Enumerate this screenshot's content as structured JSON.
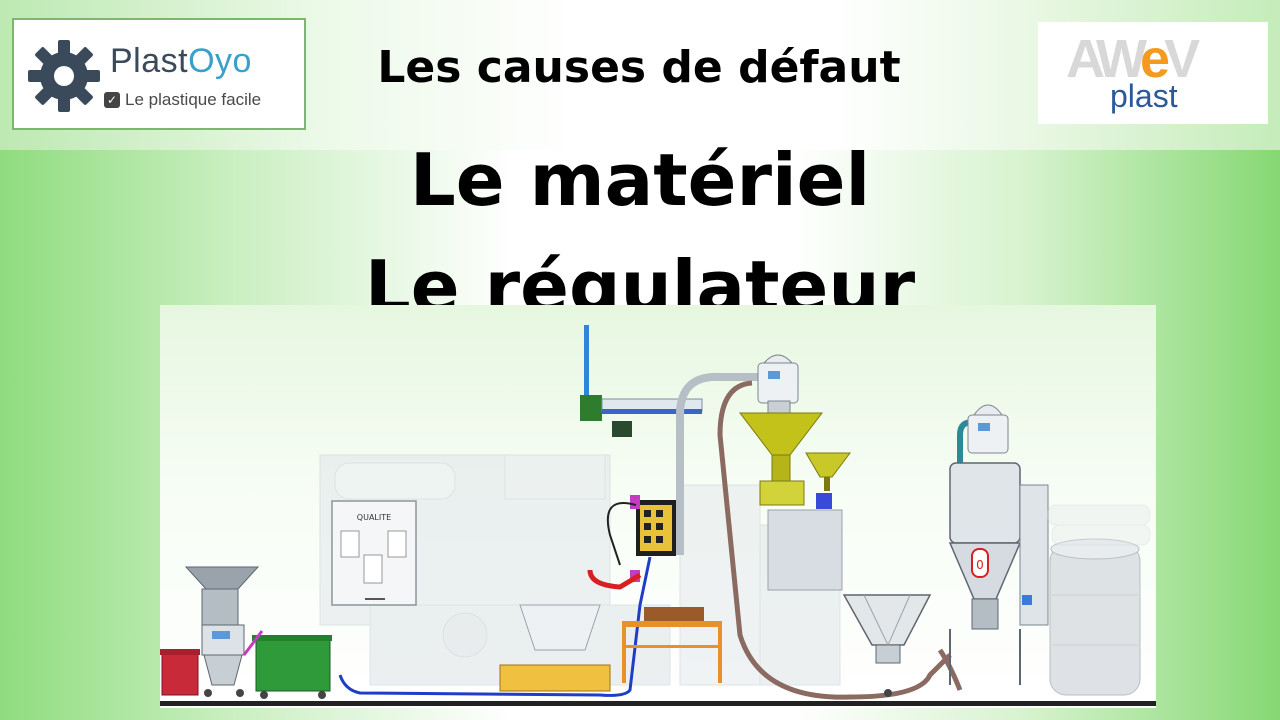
{
  "header": {
    "left_logo": {
      "brand_part1": "Plast",
      "brand_part2": "Oyo",
      "tagline": "Le plastique facile",
      "icon": "gear-icon",
      "check_icon": "checkbox-icon"
    },
    "right_logo": {
      "mark_part1": "AW",
      "mark_part2": "e",
      "mark_part3": "V",
      "word": "plast"
    }
  },
  "titles": {
    "line1": "Les causes de défaut",
    "line2": "Le matériel",
    "line3": "Le régulateur"
  },
  "illustration": {
    "panel_label": "QUALITE",
    "dryer_indicator": "0"
  },
  "colors": {
    "accent_green": "#7bb86e",
    "orange": "#f39a1f",
    "blue": "#2a5a9a"
  }
}
